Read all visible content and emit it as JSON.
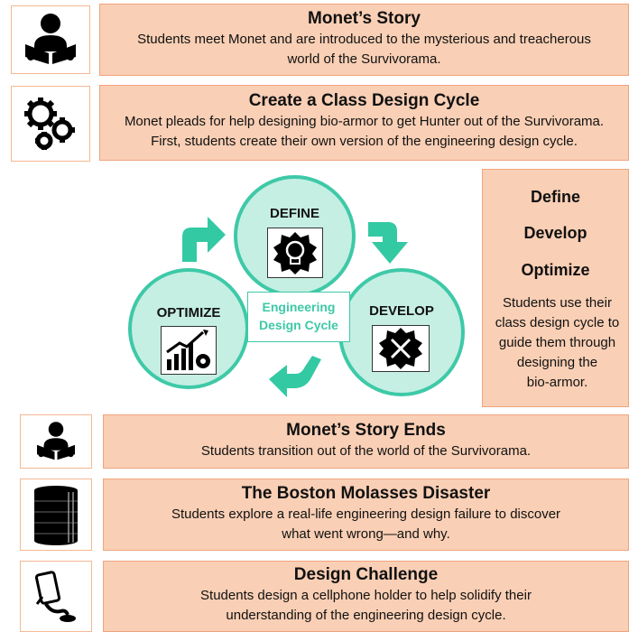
{
  "rows": [
    {
      "title": "Monet’s Story",
      "desc_1": "Students meet Monet and are introduced to the mysterious and treacherous",
      "desc_2": "world of the Survivorama."
    },
    {
      "title": "Create a Class Design Cycle",
      "desc_1": "Monet pleads for help designing bio-armor to get Hunter out of the Survivorama.",
      "desc_2": "First, students create their own version of the engineering design cycle."
    },
    {
      "title": "Monet’s Story Ends",
      "desc_1": "Students transition out of the world of the Survivorama.",
      "desc_2": ""
    },
    {
      "title": "The Boston Molasses Disaster",
      "desc_1": "Students explore a real-life engineering design failure to discover",
      "desc_2": "what went wrong—and why."
    },
    {
      "title": "Design Challenge",
      "desc_1": "Students design a cellphone holder to help solidify their",
      "desc_2": "understanding of the engineering design cycle."
    }
  ],
  "icons": {
    "row_1": "person-reading-icon",
    "row_2": "gears-icon",
    "row_3": "person-reading-icon",
    "row_4": "molasses-tank-icon",
    "row_5": "cellphone-holder-icon",
    "define": "lightbulb-gear-icon",
    "develop": "tools-gear-icon",
    "optimize": "chart-gear-icon"
  },
  "cycle": {
    "define": "DEFINE",
    "develop": "DEVELOP",
    "optimize": "OPTIMIZE",
    "center_1": "Engineering",
    "center_2": "Design Cycle"
  },
  "side": {
    "title_1": "Define",
    "title_2": "Develop",
    "title_3": "Optimize",
    "desc_1": "Students use their",
    "desc_2": "class design cycle to",
    "desc_3": "guide them through",
    "desc_4": "designing the",
    "desc_5": "bio-armor."
  },
  "colors": {
    "box_fill": "#f9cfb5",
    "box_border": "#f0a57e",
    "circle_fill": "#c5efe3",
    "circle_border": "#3ec9a7",
    "arrow": "#33c9a3"
  }
}
